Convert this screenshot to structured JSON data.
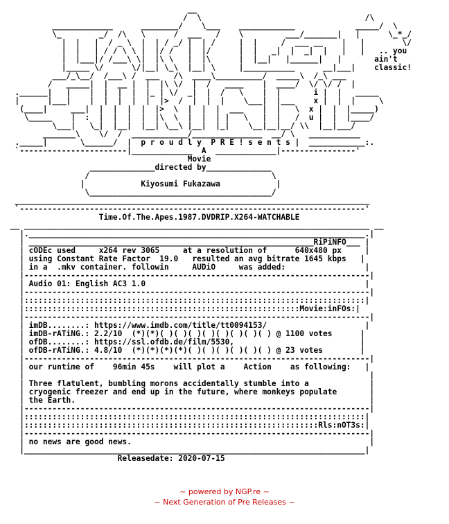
{
  "nfo_text": "                                       __\n                                      /  \\                                   /\\\n          _____________      ________/    \\___    ____________             _____/  \\\n          \\_        _/  /\\   \\      /  ___   /    \\         ___/_______|   |      \\_*_/\n            |  |   |  / _ \\  |  | / _/ |  | /     |  |     /  ___ __    |   |        \\/\n            |  |   | / / \\ \\ |  |/ /   |  |/      |  |   _|  |  _|  |   |   |   .. you\n            |  |___|/ /___\\ \\|  |\\ \\   |  |\\      |  |__|   |______|   |       ain't\n            |_____ \\/      \\/|__| \\_\\  |__| \\     |___________      __|___|    classic!\n          ___/_\\__/  /___\\ /  ___   /\\  ____\\__________/  _____\\  /_\\ ___\n         /   _____|  |  __ |  |  |\\ \\/  |  /   ____    |  ____/  \\/ \\/ /  |\n  .______|   |    |  |  |  |  |_ | \\/  _|  |  /   \\    |  |       i |  |   _____\n  |      |___|    |  |  |  |  |  |>  /  |  |  |    \\___|  |___    x |  |  |     \\\n   (____|     ___|  |  |  |  |  |>  \\  |  |  |  ___    |  |   \\  x |  |  |_____)\n    \\_____    |  :  |  |  |  |  |\\  \\  |  |  | |   \\   |  |   /  u |  |  |____/\n          \\___|   \\_|  |__|  |__| \\__\\ |__|  |_|    \\__|__|__/ \\\\  |__|___/\n        _______\\    \\/  /  ____________/_______________  __/ \\   ___________\n  ._____|       \\______/  |  p r o u d l y  P R E ! s e n t s |  ____________:.\n  `-----------------------|_____________  A  _____________|----------------'\n                                       Movie\n                  ______________directed by______________\n                 /                                       \\\n                |            Kiyosumi Fukazawa            |\n                 \\_______________________________________/\n  ____________________________________________________________________________\n  `--------------------------------------------------------------------------'\n                    Time.Of.The.Apes.1987.DVDRIP.X264-WATCHABLE\n __ __________________________________________________________________________ __\n   |.________________________________________________________________________.|\n   | _____________________________________________________________RiPiNFO___ |\n   | cODEc used     x264 rev 3065     at a resolution of      640x480 px     |\n   | using Constant Rate Factor  19.0   resulted an avg bitrate 1645 kbps   |\n   | in a  .mkv container. followin     AUDiO     was added:                 |\n   |--------------------------------------------------------------------------|\n   | Audio 01: English AC3 1.0                                               |\n   |--------------------------------------------------------------------------|\n   |:::::::::::::::::::::::::::::::::::::::::::::::::::::::::::::::::::::::::|\n   |:::::::::::::::::::::::::::::::::::::::::::::::::::::::::::Movie:inFOs:|\n   |--------------------------------------------------------------------------|\n   | imDB........: https://www.imdb.com/title/tt0094153/                     |\n   | imDB-rATiNG.: 2.2/10  (*)(*)( )( )( )( )( )( )( )( ) @ 1100 votes      |\n   | ofDB........: https://ssl.ofdb.de/film/5530,                           |\n   | ofDB-rATiNG.: 4.8/10  (*)(*)(*)(*)( )( )( )( )( )( ) @ 23 votes        |\n   |--------------------------------------------------------------------------|\n   | our runtime of    96min 45s    will plot a    Action    as following:   |\n   |                                                                          |\n   | Three flatulent, bumbling morons accidentally stumble into a             |\n   | cryogenic freezer and end up in the future, where monkeys populate       |\n   | the Earth.                                                               |\n   |--------------------------------------------------------------------------|\n   |:::::::::::::::::::::::::::::::::::::::::::::::::::::::::::::::::::::::::|\n   |:::::::::::::::::::::::::::::::::::::::::::::::::::::::::::::::Rls:nOT3s:|\n   |--------------------------------------------------------------------------|\n   | no news are good news.                                                   |\n   |_________________________________________________________________________|\n                        Releasedate: 2020-07-15",
  "footer": {
    "powered_by": "~ powered by NGP.re ~",
    "tagline": "~ Next Generation of Pre Releases ~"
  },
  "colors": {
    "text": "#000000",
    "footer_text": "#cc0000",
    "background": "#ffffff"
  }
}
